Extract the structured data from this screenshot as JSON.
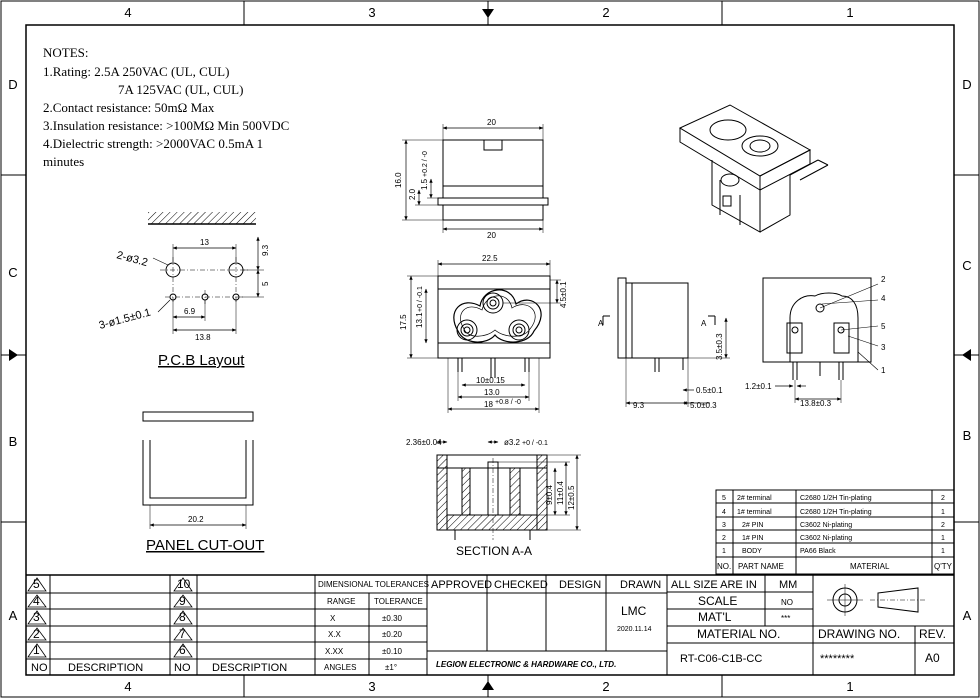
{
  "border": {
    "cols_top": [
      "4",
      "3",
      "2",
      "1"
    ],
    "cols_bottom": [
      "4",
      "3",
      "2",
      "1"
    ],
    "rows_left": [
      "D",
      "C",
      "B",
      "A"
    ],
    "rows_right": [
      "D",
      "C",
      "B",
      "A"
    ]
  },
  "notes": {
    "title": "NOTES:",
    "line1": "1.Rating: 2.5A 250VAC (UL, CUL)",
    "line2": "7A 125VAC (UL, CUL)",
    "line3": "2.Contact resistance: 50mΩ Max",
    "line4": "3.Insulation resistance: >100MΩ Min 500VDC",
    "line5": "4.Dielectric strength: >2000VAC 0.5mA 1",
    "line6": "minutes"
  },
  "pcb": {
    "title": "P.C.B Layout",
    "hole_big": "2-ø3.2",
    "hole_small": "3-ø1.5±0.1",
    "d13": "13",
    "d93": "9.3",
    "d5": "5",
    "d69": "6.9",
    "d138": "13.8"
  },
  "panel": {
    "title": "PANEL CUT-OUT",
    "width": "20.2"
  },
  "top_view": {
    "w_top": "20",
    "w_bottom": "20",
    "h160": "16.0",
    "h20": "2.0",
    "h15": "1.5",
    "h15_tol": "+0.2 / -0"
  },
  "front_view": {
    "w225": "22.5",
    "h175": "17.5",
    "h131": "13.1",
    "h131_tol": "+0 / -0.1",
    "r45": "4.5±0.1",
    "d10": "10±0.15",
    "d130": "13.0",
    "d18": "18",
    "d18_tol": "+0.8 / -0"
  },
  "side_view": {
    "sec_a_left": "A",
    "sec_a_right": "A",
    "h35": "3.5±0.3",
    "d05": "0.5±0.1",
    "d93": "9.3",
    "d50": "5.0±0.3"
  },
  "rear_view": {
    "callouts": [
      "2",
      "4",
      "5",
      "3",
      "1"
    ],
    "d12": "1.2±0.1",
    "d138": "13.8±0.3"
  },
  "section": {
    "title": "SECTION A-A",
    "d236": "2.36±0.04",
    "d32": "ø3.2",
    "d32_tol": "+0 / -0.1",
    "h9": "9±0.4",
    "h11": "11±0.4",
    "h12": "12±0.5"
  },
  "bom": {
    "headers": [
      "NO.",
      "PART NAME",
      "MATERIAL",
      "Q'TY"
    ],
    "rows": [
      {
        "no": "5",
        "name": "2# terminal",
        "mat": "C2680  1/2H Tin-plating",
        "qty": "2"
      },
      {
        "no": "4",
        "name": "1# terminal",
        "mat": "C2680  1/2H Tin-plating",
        "qty": "1"
      },
      {
        "no": "3",
        "name": "2# PIN",
        "mat": "C3602 Ni-plating",
        "qty": "2"
      },
      {
        "no": "2",
        "name": "1# PIN",
        "mat": "C3602 Ni-plating",
        "qty": "1"
      },
      {
        "no": "1",
        "name": "BODY",
        "mat": "PA66 Black",
        "qty": "1"
      }
    ]
  },
  "title_block": {
    "rev_left": [
      "5",
      "4",
      "3",
      "2",
      "1"
    ],
    "rev_right": [
      "10",
      "9",
      "8",
      "7",
      "6"
    ],
    "no": "NO",
    "description": "DESCRIPTION",
    "dim_tol": "DIMENSIONAL TOLERANCES",
    "range": "RANGE",
    "tolerance": "TOLERANCE",
    "tol_rows": [
      {
        "range": "X",
        "tol": "±0.30"
      },
      {
        "range": "X.X",
        "tol": "±0.20"
      },
      {
        "range": "X.XX",
        "tol": "±0.10"
      },
      {
        "range": "ANGLES",
        "tol": "±1°"
      }
    ],
    "approved": "APPROVED",
    "checked": "CHECKED",
    "design": "DESIGN",
    "drawn": "DRAWN",
    "drawn_by": "LMC",
    "drawn_date": "2020.11.14",
    "company": "LEGION ELECTRONIC & HARDWARE CO., LTD.",
    "size_units": "ALL SIZE ARE IN",
    "units": "MM",
    "scale_label": "SCALE",
    "scale": "NO",
    "matl_label": "MAT'L",
    "matl": "***",
    "material_no_label": "MATERIAL NO.",
    "material_no": "RT-C06-C1B-CC",
    "drawing_no_label": "DRAWING NO.",
    "drawing_no": "********",
    "rev_label": "REV.",
    "rev": "A0"
  }
}
